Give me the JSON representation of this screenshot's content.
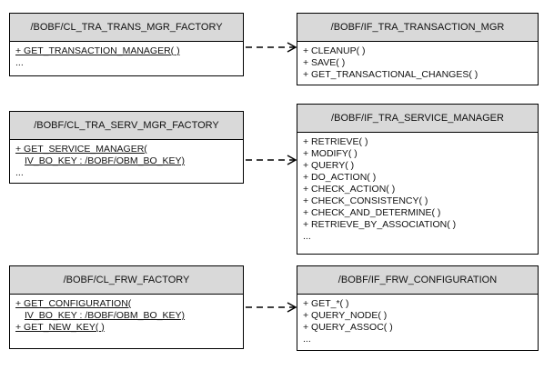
{
  "factories": [
    {
      "name": "/BOBF/CL_TRA_TRANS_MGR_FACTORY",
      "ops": [
        {
          "text": "+ GET_TRANSACTION_MANAGER( )",
          "underline": true,
          "indent": false
        }
      ],
      "ellipsis": "..."
    },
    {
      "name": "/BOBF/CL_TRA_SERV_MGR_FACTORY",
      "ops": [
        {
          "text": "+ GET_SERVICE_MANAGER(",
          "underline": true,
          "indent": false
        },
        {
          "text": "IV_BO_KEY : /BOBF/OBM_BO_KEY)",
          "underline": true,
          "indent": true
        }
      ],
      "ellipsis": "..."
    },
    {
      "name": "/BOBF/CL_FRW_FACTORY",
      "ops": [
        {
          "text": "+ GET_CONFIGURATION(",
          "underline": true,
          "indent": false
        },
        {
          "text": "IV_BO_KEY : /BOBF/OBM_BO_KEY)",
          "underline": true,
          "indent": true
        },
        {
          "text": "+ GET_NEW_KEY( )",
          "underline": true,
          "indent": false
        }
      ],
      "ellipsis": ""
    }
  ],
  "interfaces": [
    {
      "name": "/BOBF/IF_TRA_TRANSACTION_MGR",
      "ops": [
        "+ CLEANUP( )",
        "+ SAVE( )",
        "+ GET_TRANSACTIONAL_CHANGES( )"
      ],
      "ellipsis": ""
    },
    {
      "name": "/BOBF/IF_TRA_SERVICE_MANAGER",
      "ops": [
        "+ RETRIEVE( )",
        "+ MODIFY( )",
        "+ QUERY( )",
        "+ DO_ACTION( )",
        "+ CHECK_ACTION( )",
        "+ CHECK_CONSISTENCY( )",
        "+ CHECK_AND_DETERMINE( )",
        "+ RETRIEVE_BY_ASSOCIATION( )"
      ],
      "ellipsis": "..."
    },
    {
      "name": "/BOBF/IF_FRW_CONFIGURATION",
      "ops": [
        "+ GET_*( )",
        "+ QUERY_NODE( )",
        "+ QUERY_ASSOC( )"
      ],
      "ellipsis": "..."
    }
  ]
}
